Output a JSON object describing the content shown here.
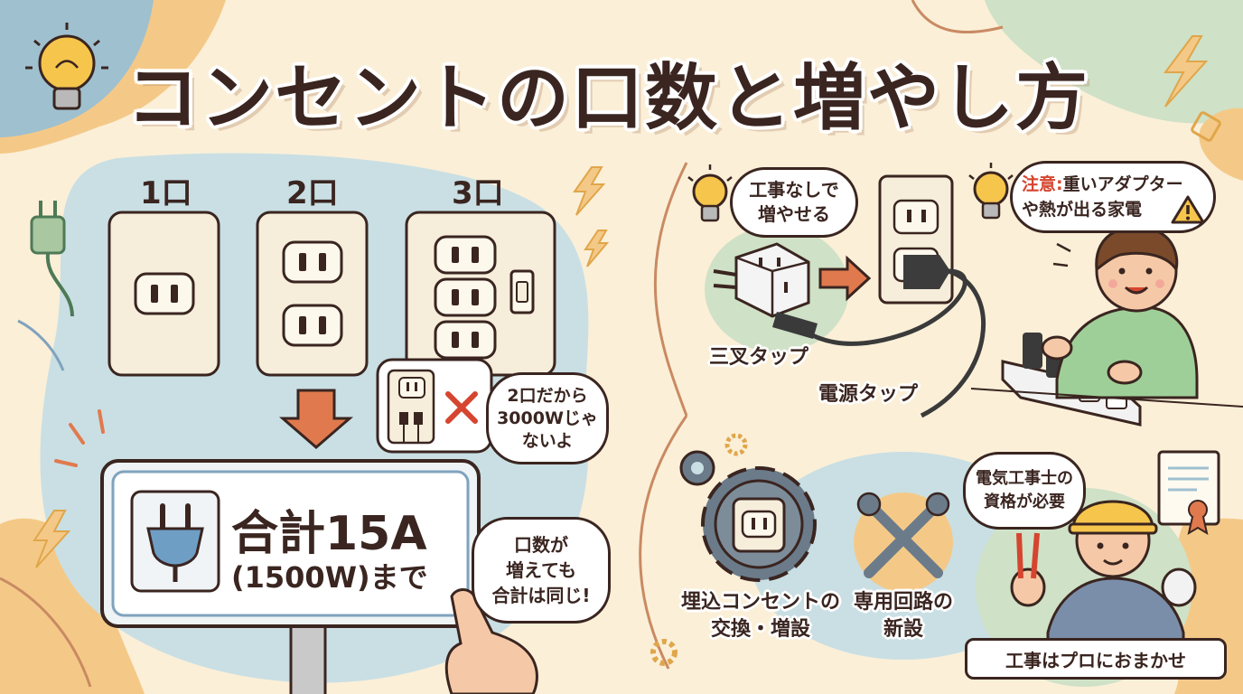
{
  "title": "コンセントの口数と増やし方",
  "outlets": {
    "one": "1口",
    "two": "2口",
    "three": "3口"
  },
  "total_sign": {
    "line1": "合計15A",
    "line2": "(1500W)まで"
  },
  "bubble_not_3000w": [
    "2口だから",
    "3000Wじゃ",
    "ないよ"
  ],
  "bubble_same_total": [
    "口数が",
    "増えても",
    "合計は同じ!"
  ],
  "bubble_no_work": [
    "工事なしで",
    "増やせる"
  ],
  "bubble_caution": {
    "prefix": "注意:",
    "line1_rest": "重いアダプター",
    "line2": "や熱が出る家電"
  },
  "labels": {
    "triple_tap": "三叉タップ",
    "power_strip": "電源タップ",
    "replace": [
      "埋込コンセントの",
      "交換・増設"
    ],
    "dedicated": [
      "専用回路の",
      "新設"
    ],
    "license": [
      "電気工事士の",
      "資格が必要"
    ],
    "leave_to_pro": "工事はプロにおまかせ"
  },
  "colors": {
    "background": "#fbefd8",
    "blue_blob": "#c9dfe4",
    "green_blob": "#cfe1c6",
    "accent_orange": "#e07a4e",
    "alert_red": "#d5452f",
    "dark_text": "#3a2520"
  }
}
